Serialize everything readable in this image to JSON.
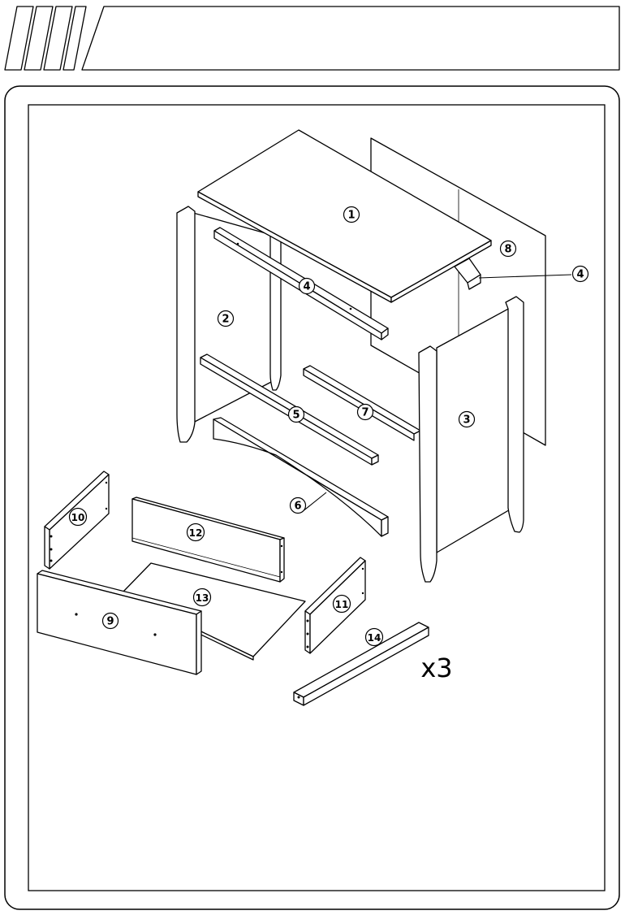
{
  "header": {
    "title": ""
  },
  "parts": {
    "p1": "1",
    "p2": "2",
    "p3": "3",
    "p4a": "4",
    "p4b": "4",
    "p5": "5",
    "p6": "6",
    "p7": "7",
    "p8": "8",
    "p9": "9",
    "p10": "10",
    "p11": "11",
    "p12": "12",
    "p13": "13",
    "p14": "14"
  },
  "quantity_label": "x3"
}
